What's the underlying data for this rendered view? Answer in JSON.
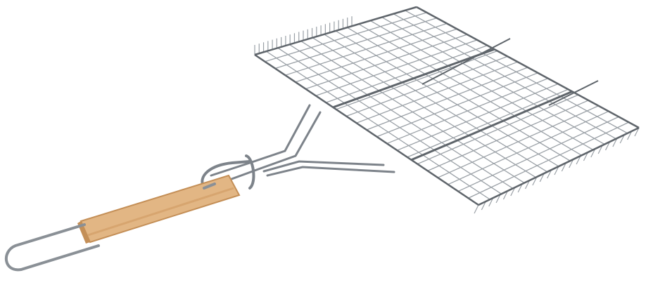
{
  "image": {
    "subject": "grill-basket",
    "colors": {
      "background": "#ffffff",
      "wire": "#9aa0a6",
      "wire_dark": "#5f656b",
      "wood": "#e2b684",
      "wood_dark": "#c48f57"
    },
    "mesh": {
      "rows": 14,
      "cols": 22
    }
  }
}
